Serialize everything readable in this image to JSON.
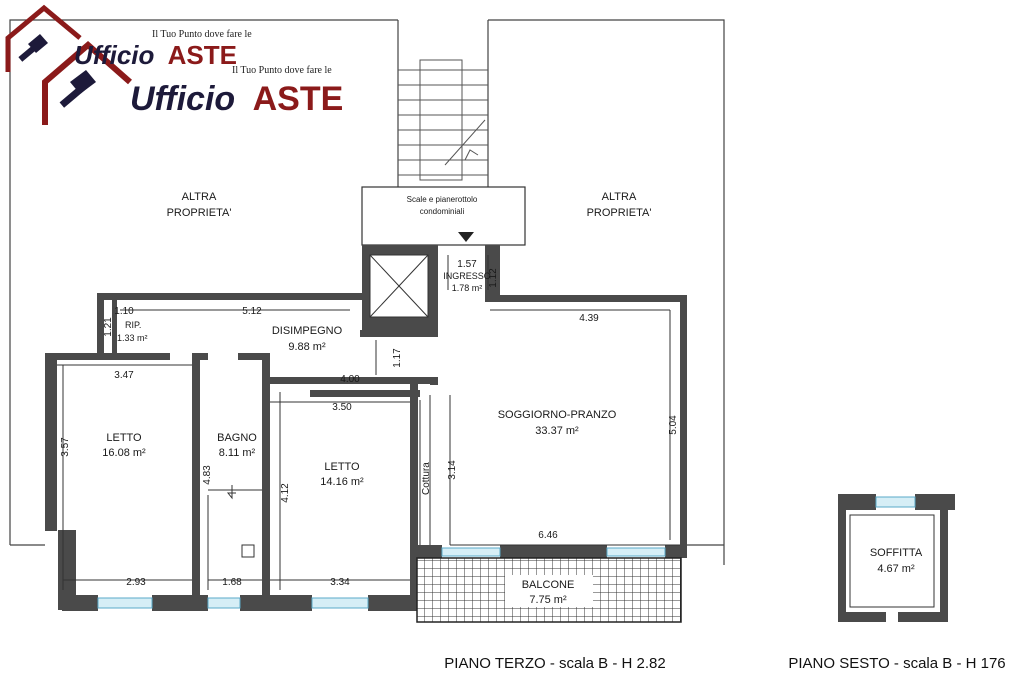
{
  "logo": {
    "tagline": "Il Tuo Punto dove fare le",
    "brand_part1": "Ufficio",
    "brand_part2": "ASTE",
    "colors": {
      "dark": "#1d1a3a",
      "red": "#8b1a1a"
    }
  },
  "areas": {
    "altra_left_1": "ALTRA",
    "altra_left_2": "PROPRIETA'",
    "altra_right_1": "ALTRA",
    "altra_right_2": "PROPRIETA'",
    "stairs_1": "Scale e pianerottolo",
    "stairs_2": "condominiali"
  },
  "rooms": {
    "ingresso": {
      "name": "INGRESSO",
      "area": "1.78 m²"
    },
    "rip": {
      "name": "RIP.",
      "area": "1.33 m²"
    },
    "disimpegno": {
      "name": "DISIMPEGNO",
      "area": "9.88 m²"
    },
    "letto1": {
      "name": "LETTO",
      "area": "16.08 m²"
    },
    "bagno": {
      "name": "BAGNO",
      "area": "8.11 m²"
    },
    "letto2": {
      "name": "LETTO",
      "area": "14.16 m²"
    },
    "soggiorno": {
      "name": "SOGGIORNO-PRANZO",
      "area": "33.37 m²"
    },
    "cottura": {
      "name": "Cottura"
    },
    "balcone": {
      "name": "BALCONE",
      "area": "7.75 m²"
    },
    "soffitta": {
      "name": "SOFFITTA",
      "area": "4.67 m²"
    }
  },
  "dims": {
    "d157": "1.57",
    "d112": "1.12",
    "d110": "1.10",
    "d121": "1.21",
    "d512": "5.12",
    "d439": "4.39",
    "d347": "3.47",
    "d117": "1.17",
    "d400": "4.00",
    "d350": "3.50",
    "d357": "3.57",
    "d483": "4.83",
    "d412": "4.12",
    "d314": "3.14",
    "d504": "5.04",
    "d646": "6.46",
    "d293": "2.93",
    "d168": "1.68",
    "d334": "3.34"
  },
  "captions": {
    "piano_terzo": "PIANO TERZO - scala B - H 2.82",
    "piano_sesto": "PIANO SESTO - scala B - H 176"
  }
}
